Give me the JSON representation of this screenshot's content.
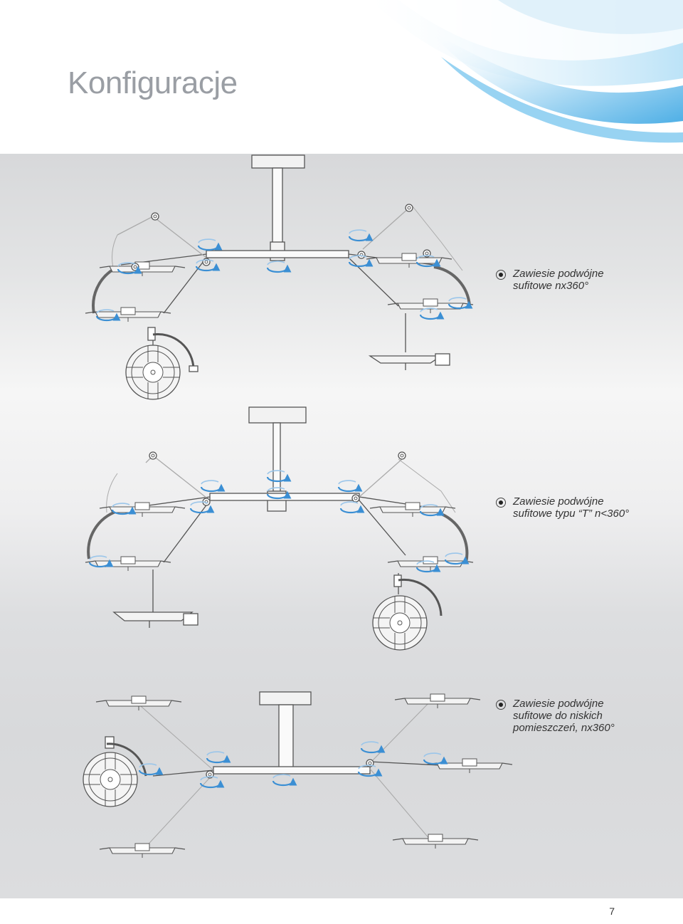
{
  "page": {
    "title": "Konfiguracje",
    "page_number": "7"
  },
  "configurations": [
    {
      "line1": "Zawiesie podwójne",
      "line2": "sufitowe nx360°",
      "line3": ""
    },
    {
      "line1": "Zawiesie podwójne",
      "line2": "sufitowe typu “T” n<360°",
      "line3": ""
    },
    {
      "line1": "Zawiesie podwójne",
      "line2": "sufitowe do niskich",
      "line3": "pomieszczeń, nx360°"
    }
  ],
  "colors": {
    "accent_blue": "#3b8fd4",
    "title_gray": "#9a9ea4",
    "line_gray": "#555555"
  },
  "icons": [
    "bullet-dot-icon",
    "rotation-arrow-icon",
    "lamp-head-icon",
    "monitor-icon"
  ]
}
